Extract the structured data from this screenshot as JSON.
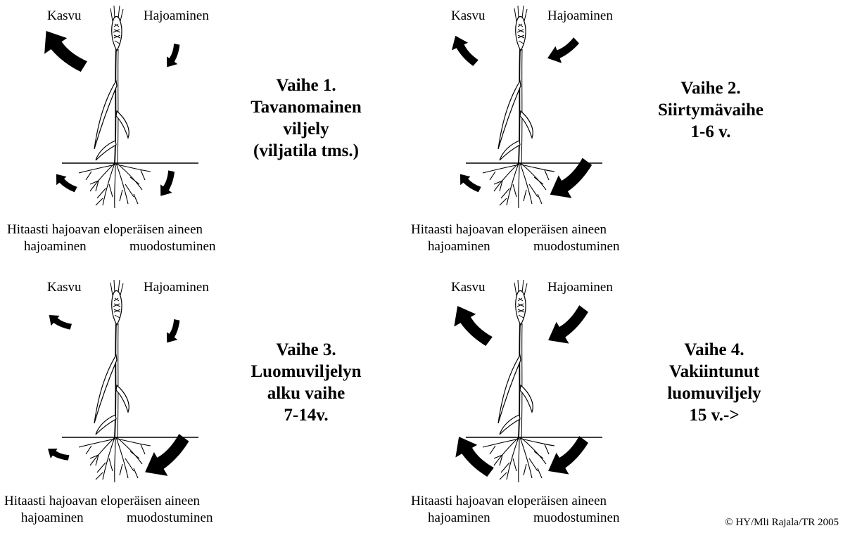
{
  "labels": {
    "growth": "Kasvu",
    "decomposition": "Hajoaminen",
    "soil_line1": "Hitaasti hajoavan eloperäisen aineen",
    "soil_left": "hajoaminen",
    "soil_right": "muodostuminen"
  },
  "stages": [
    {
      "lines": [
        "Vaihe 1.",
        "Tavanomainen",
        "viljely",
        "(viljatila tms.)"
      ],
      "arrows": {
        "growth": "large",
        "decomposition": "small",
        "soil_decomposition": "small",
        "soil_formation": "small"
      }
    },
    {
      "lines": [
        "Vaihe 2.",
        "Siirtymävaihe",
        "1-6 v."
      ],
      "arrows": {
        "growth": "medium",
        "decomposition": "medium",
        "soil_decomposition": "small",
        "soil_formation": "large"
      }
    },
    {
      "lines": [
        "Vaihe 3.",
        "Luomuviljelyn",
        "alku vaihe",
        "7-14v."
      ],
      "arrows": {
        "growth": "small",
        "decomposition": "small",
        "soil_decomposition": "small",
        "soil_formation": "large"
      }
    },
    {
      "lines": [
        "Vaihe 4.",
        "Vakiintunut",
        "luomuviljely",
        "15 v.->"
      ],
      "arrows": {
        "growth": "large",
        "decomposition": "large",
        "soil_decomposition": "large",
        "soil_formation": "large"
      }
    }
  ],
  "copyright": "© HY/Mli Rajala/TR 2005",
  "colors": {
    "ink": "#000000",
    "background": "#ffffff"
  }
}
